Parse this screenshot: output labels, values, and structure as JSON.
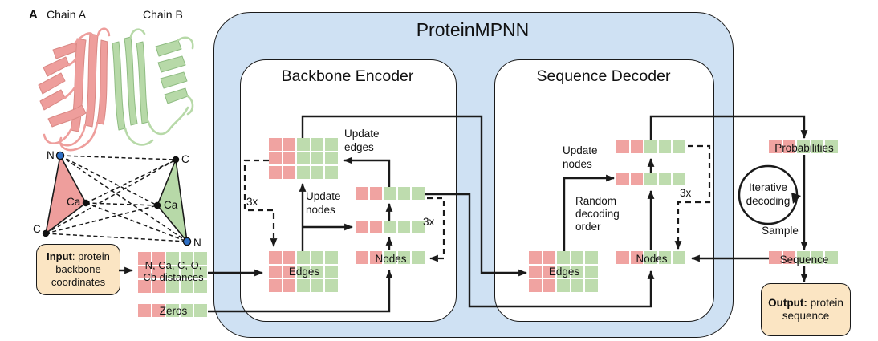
{
  "figure": {
    "panel_label": "A"
  },
  "chains": {
    "chain_a": "Chain A",
    "chain_b": "Chain B"
  },
  "atom_graph": {
    "n_left": "N",
    "ca_left": "Ca",
    "c_left": "C",
    "c_right": "C",
    "ca_right": "Ca",
    "n_right": "N"
  },
  "input_box": {
    "label_bold": "Input",
    "label_rest": ": protein",
    "line2": "backbone",
    "line3": "coordinates"
  },
  "features": {
    "distances_label": "N, Ca, C, O,\nCb distances",
    "zeros_label": "Zeros"
  },
  "mpnn": {
    "title": "ProteinMPNN"
  },
  "encoder": {
    "title": "Backbone Encoder",
    "update_edges": "Update\nedges",
    "update_nodes": "Update\nnodes",
    "edges_label": "Edges",
    "nodes_label": "Nodes",
    "repeat_left": "3x",
    "repeat_right": "3x"
  },
  "decoder": {
    "title": "Sequence Decoder",
    "update_nodes": "Update\nnodes",
    "random_order": "Random\ndecoding\norder",
    "edges_label": "Edges",
    "nodes_label": "Nodes",
    "repeat": "3x"
  },
  "output_flow": {
    "probabilities_label": "Probabilities",
    "iterative_label": "Iterative\ndecoding",
    "sample_label": "Sample",
    "sequence_label": "Sequence",
    "output_bold": "Output:",
    "output_rest": " protein",
    "output_line2": "sequence"
  },
  "colors": {
    "red_cell": "#f0a3a1",
    "green_cell": "#bedcae",
    "mpnn_fill": "#cfe1f3",
    "io_box_fill": "#fbe5c3",
    "line": "#1a1a1a",
    "n_atom_blue": "#2e6fc4",
    "chain_a_pink": "#ee9e9c",
    "chain_b_green": "#b7d9a8"
  },
  "grids": {
    "distances": {
      "rows": 3,
      "cols": 5,
      "red_cols": 2
    },
    "zeros": {
      "rows": 1,
      "cols": 5,
      "red_cols": 2
    },
    "enc_updated_edges": {
      "rows": 3,
      "cols": 5,
      "red_cols": 2
    },
    "enc_row_top": {
      "rows": 1,
      "cols": 5,
      "red_cols": 2
    },
    "enc_row_mid": {
      "rows": 1,
      "cols": 5,
      "red_cols": 2
    },
    "enc_nodes": {
      "rows": 1,
      "cols": 5,
      "red_cols": 2
    },
    "enc_edges": {
      "rows": 3,
      "cols": 5,
      "red_cols": 2
    },
    "dec_row_top": {
      "rows": 1,
      "cols": 5,
      "red_cols": 2
    },
    "dec_row_mid": {
      "rows": 1,
      "cols": 5,
      "red_cols": 2
    },
    "dec_nodes": {
      "rows": 1,
      "cols": 5,
      "red_cols": 2
    },
    "dec_edges": {
      "rows": 3,
      "cols": 5,
      "red_cols": 2
    },
    "probabilities": {
      "rows": 1,
      "cols": 5,
      "red_cols": 2
    },
    "sequence": {
      "rows": 1,
      "cols": 5,
      "red_cols": 2
    }
  }
}
